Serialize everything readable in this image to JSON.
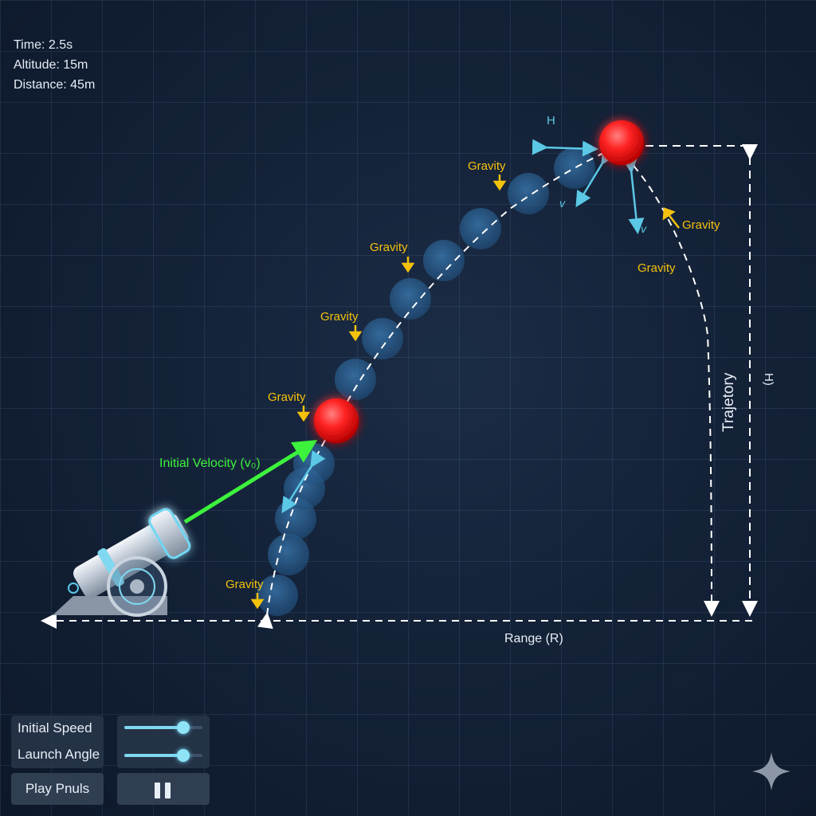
{
  "hud": {
    "time": "Time: 2.5s",
    "altitude": "Altitude: 15m",
    "distance": "Distance: 45m"
  },
  "scene": {
    "velocity_label": "Initial Velocity (v₀)",
    "gravity_label": "Gravity",
    "h_label": "H",
    "v_label": "v",
    "trajectory_label": "Trajetory",
    "height_label": "H)",
    "range_label": "Range (R)"
  },
  "controls": {
    "initial_speed_label": "Initial Speed",
    "launch_angle_label": "Launch Angle",
    "initial_speed_value": 0.75,
    "launch_angle_value": 0.75,
    "play_label": "Play Pnuls"
  },
  "colors": {
    "gravity": "#f4c20d",
    "velocity": "#3df23d",
    "vector": "#5bc8e6",
    "ball": "#ff2a2a"
  },
  "icons": {
    "pause": "pause-icon",
    "sparkle": "sparkle-icon",
    "cannon": "cannon-icon"
  }
}
